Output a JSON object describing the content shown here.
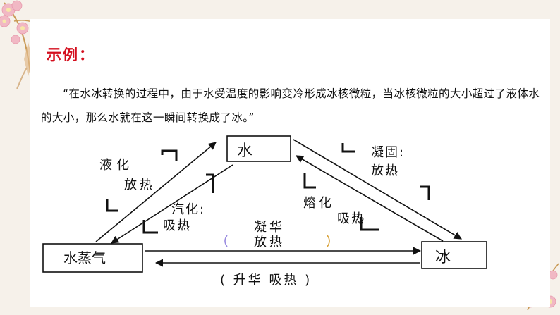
{
  "section_title": "示例：",
  "quote": "“在水冰转换的过程中，由于水受温度的影响变冷形成冰核微粒，当冰核微粒的大小超过了液体水的大小，那么水就在这一瞬间转换成了冰。”",
  "diagram": {
    "nodes": {
      "water": "水",
      "vapor": "水蒸气",
      "ice": "冰"
    },
    "labels": {
      "liquefaction": "液化",
      "liquefaction_heat": "放热",
      "vaporization": "汽化:",
      "vaporization_heat": "吸热",
      "solidification": "凝固:",
      "solidification_heat": "放热",
      "melting": "熔化",
      "melting_heat": "吸热",
      "desublimation": "凝华",
      "desublimation_heat": "放热",
      "sublimation": "( 升华 吸热 )"
    }
  },
  "colors": {
    "title": "#d40f1e",
    "background": "#f6f1ea",
    "flower": "#f1b8c4",
    "branch": "#c99a56"
  }
}
